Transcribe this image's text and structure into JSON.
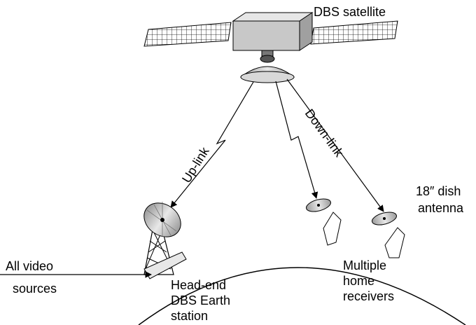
{
  "labels": {
    "satellite": "DBS satellite",
    "uplink": "Up-link",
    "downlink": "Down-link",
    "dish_line1": "18″ dish",
    "dish_line2": "antenna",
    "sources_line1": "All video",
    "sources_line2": "sources",
    "headend_line1": "Head-end",
    "headend_line2": "DBS Earth",
    "headend_line3": "station",
    "receivers_line1": "Multiple",
    "receivers_line2": "home",
    "receivers_line3": "receivers"
  },
  "colors": {
    "stroke": "#000000",
    "satellite_body": "#c8c8c8",
    "satellite_top": "#e6e6e6",
    "satellite_side": "#a0a0a0",
    "dish": "#c0c0c0"
  }
}
